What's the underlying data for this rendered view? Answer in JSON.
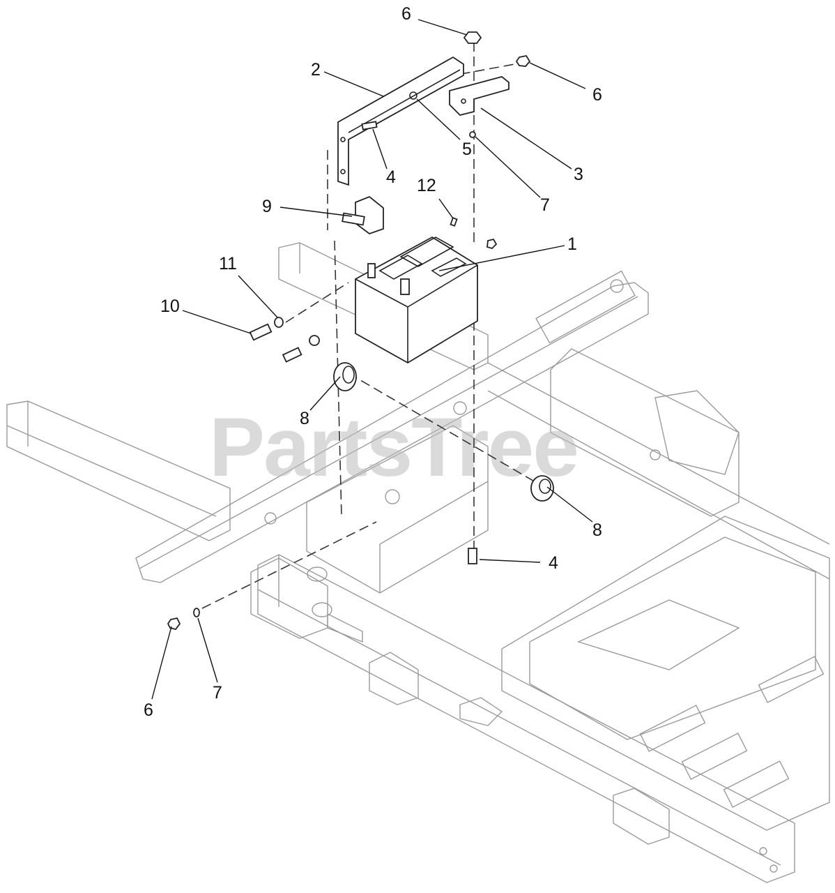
{
  "diagram": {
    "watermark": "PartsTree",
    "callouts": [
      {
        "id": "c6a",
        "label": "6"
      },
      {
        "id": "c2",
        "label": "2"
      },
      {
        "id": "c6b",
        "label": "6"
      },
      {
        "id": "c5",
        "label": "5"
      },
      {
        "id": "c4a",
        "label": "4"
      },
      {
        "id": "c3",
        "label": "3"
      },
      {
        "id": "c12",
        "label": "12"
      },
      {
        "id": "c7a",
        "label": "7"
      },
      {
        "id": "c9",
        "label": "9"
      },
      {
        "id": "c1",
        "label": "1"
      },
      {
        "id": "c11",
        "label": "11"
      },
      {
        "id": "c10",
        "label": "10"
      },
      {
        "id": "c8a",
        "label": "8"
      },
      {
        "id": "c8b",
        "label": "8"
      },
      {
        "id": "c4b",
        "label": "4"
      },
      {
        "id": "c6c",
        "label": "6"
      },
      {
        "id": "c7b",
        "label": "7"
      }
    ]
  }
}
